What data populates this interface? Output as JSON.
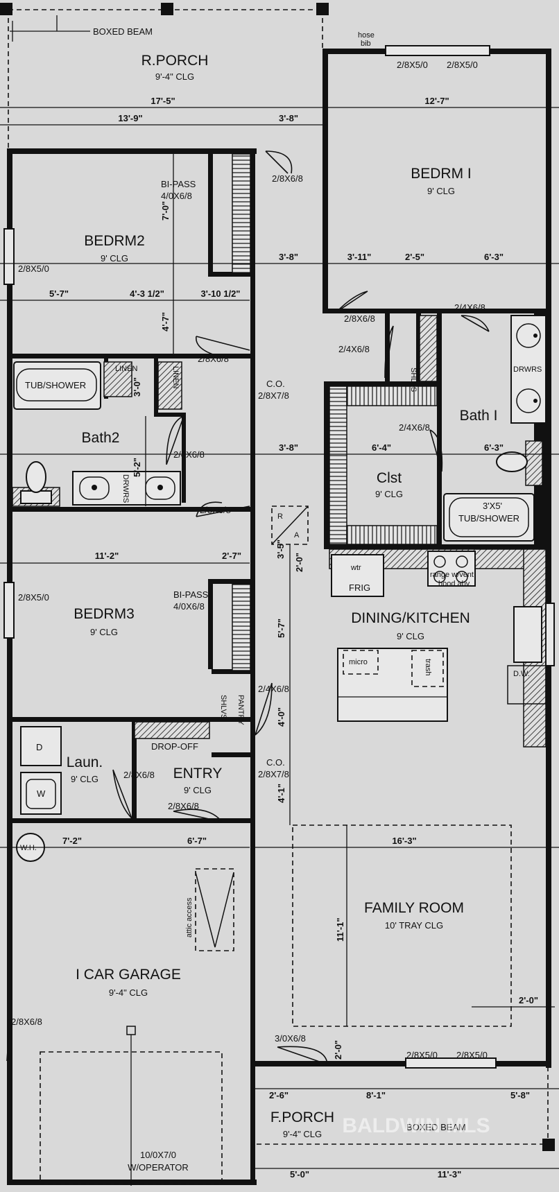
{
  "rooms": {
    "r_porch": {
      "name": "R.PORCH",
      "ceiling": "9'-4\" CLG"
    },
    "bedrm1": {
      "name": "BEDRM I",
      "ceiling": "9' CLG"
    },
    "bedrm2": {
      "name": "BEDRM2",
      "ceiling": "9' CLG"
    },
    "bath2": {
      "name": "Bath2"
    },
    "bath1": {
      "name": "Bath I"
    },
    "clst": {
      "name": "Clst",
      "ceiling": "9' CLG"
    },
    "bedrm3": {
      "name": "BEDRM3",
      "ceiling": "9' CLG"
    },
    "dining_kitchen": {
      "name": "DINING/KITCHEN",
      "ceiling": "9' CLG"
    },
    "laun": {
      "name": "Laun.",
      "ceiling": "9' CLG"
    },
    "entry": {
      "name": "ENTRY",
      "ceiling": "9' CLG"
    },
    "family_room": {
      "name": "FAMILY ROOM",
      "ceiling": "10' TRAY CLG"
    },
    "garage": {
      "name": "I  CAR GARAGE",
      "ceiling": "9'-4\" CLG"
    },
    "f_porch": {
      "name": "F.PORCH",
      "ceiling": "9'-4\" CLG"
    }
  },
  "labels": {
    "boxed_beam_top": "BOXED BEAM",
    "boxed_beam_bottom": "BOXED BEAM",
    "hose_bib_1": "hose",
    "hose_bib_2": "bib",
    "win_bed1_a": "2/8X5/0",
    "win_bed1_b": "2/8X5/0",
    "door_bed1_porch": "2/8X6/8",
    "bipass_bed2_1": "BI-PASS",
    "bipass_bed2_2": "4/0X6/8",
    "win_bed2": "2/8X5/0",
    "door_bed1": "2/8X6/8",
    "door_bath1": "2/4X6/8",
    "door_closet_hall": "2/4X6/8",
    "shlvs_hall": "SHLVS",
    "door_bed2": "2/8X6/8",
    "co_hall_1": "C.O.",
    "co_hall_2": "2/8X7/8",
    "tub_shower_bath2": "TUB/SHOWER",
    "linen_a": "LINEN",
    "linen_b": "LINEN",
    "door_bath2": "2/4X6/8",
    "drwrs_bath2": "DRWRS",
    "drwrs_bath1": "DRWRS",
    "door_clst": "2/4X6/8",
    "tub_shower_bath1_1": "3'X5'",
    "tub_shower_bath1_2": "TUB/SHOWER",
    "door_bed3": "2/8X6/8",
    "attic_r": "R",
    "attic_a": "A",
    "wtr": "wtr",
    "frig": "FRIG",
    "range_1": "range w/vent",
    "range_2": "hood abv.",
    "win_bed3": "2/8X5/0",
    "bipass_bed3_1": "BI-PASS",
    "bipass_bed3_2": "4/0X6/8",
    "micro": "micro",
    "trash": "trash",
    "dw": "D.W.",
    "door_pantry": "2/4X6/8",
    "shlvs_pantry": "SHLVS",
    "pantry": "PANTRY",
    "drop_off": "DROP-OFF",
    "dryer": "D",
    "washer": "W",
    "door_laun": "2/8X6/8",
    "co_entry_1": "C.O.",
    "co_entry_2": "2/8X7/8",
    "door_entry": "2/8X6/8",
    "wh": "W.H.",
    "attic_access": "attic access",
    "door_garage": "2/8X6/8",
    "door_front": "3/0X6/8",
    "win_front_a": "2/8X5/0",
    "win_front_b": "2/8X5/0",
    "garage_door_1": "10/0X7/0",
    "garage_door_2": "W/OPERATOR",
    "watermark": "BALDWIN MLS"
  },
  "dims": {
    "d_17_5": "17'-5\"",
    "d_13_9": "13'-9\"",
    "d_3_8_a": "3'-8\"",
    "d_12_7": "12'-7\"",
    "d_7_0": "7'-0\"",
    "d_3_8_b": "3'-8\"",
    "d_3_11": "3'-11\"",
    "d_2_5": "2'-5\"",
    "d_6_3_a": "6'-3\"",
    "d_5_7_a": "5'-7\"",
    "d_4_3h": "4'-3 1/2\"",
    "d_3_10h": "3'-10 1/2\"",
    "d_4_7": "4'-7\"",
    "d_3_0": "3'-0\"",
    "d_5_2": "5'-2\"",
    "d_3_8_c": "3'-8\"",
    "d_6_4": "6'-4\"",
    "d_6_3_b": "6'-3\"",
    "d_11_2": "11'-2\"",
    "d_2_7": "2'-7\"",
    "d_3_5": "3'-5\"",
    "d_2_0_a": "2'-0\"",
    "d_5_7_b": "5'-7\"",
    "d_4_0": "4'-0\"",
    "d_4_1": "4'-1\"",
    "d_7_2": "7'-2\"",
    "d_6_7": "6'-7\"",
    "d_16_3": "16'-3\"",
    "d_11_1": "11'-1\"",
    "d_2_0_b": "2'-0\"",
    "d_2_0_c": "2'-0\"",
    "d_2_6": "2'-6\"",
    "d_8_1": "8'-1\"",
    "d_5_8": "5'-8\"",
    "d_5_0": "5'-0\"",
    "d_11_3": "11'-3\""
  }
}
